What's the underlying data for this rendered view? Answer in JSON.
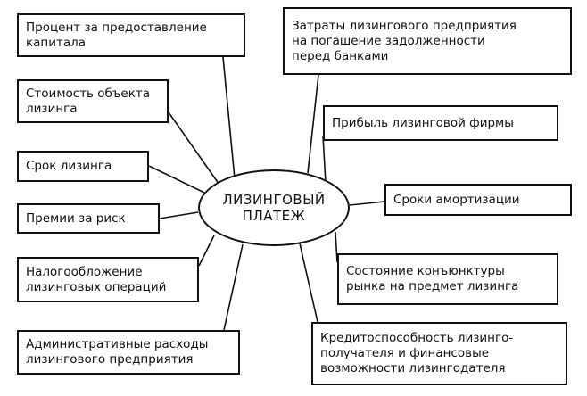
{
  "diagram": {
    "center": {
      "label": "ЛИЗИНГОВЫЙ\nПЛАТЕЖ"
    },
    "left_factors": [
      {
        "label": "Процент за предоставление\nкапитала"
      },
      {
        "label": "Стоимость объекта\nлизинга"
      },
      {
        "label": "Срок лизинга"
      },
      {
        "label": "Премии за риск"
      },
      {
        "label": "Налогообложение\nлизинговых операций"
      },
      {
        "label": "Административные расходы\nлизингового предприятия"
      }
    ],
    "right_factors": [
      {
        "label": "Затраты лизингового предприятия\nна погашение задолженности\nперед банками"
      },
      {
        "label": "Прибыль лизинговой фирмы"
      },
      {
        "label": "Сроки амортизации"
      },
      {
        "label": "Состояние конъюнктуры\nрынка на предмет лизинга"
      },
      {
        "label": "Кредитоспособность лизинго-\nполучателя и финансовые\nвозможности лизингодателя"
      }
    ]
  }
}
